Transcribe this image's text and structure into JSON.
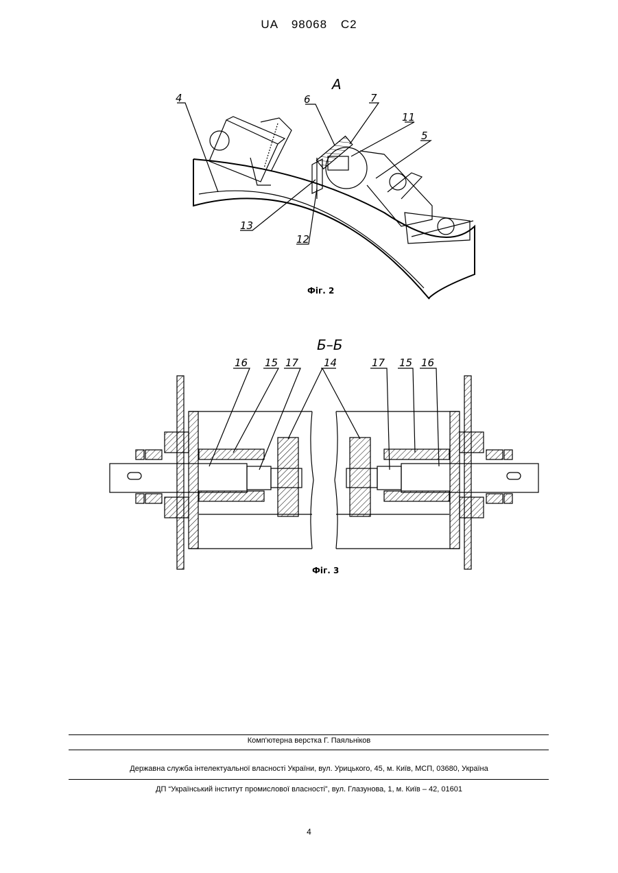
{
  "header": {
    "doc_id": "UA   98068   C2"
  },
  "figure2": {
    "view_label": "А",
    "caption": "Фіг. 2",
    "callouts": [
      "4",
      "6",
      "7",
      "11",
      "5",
      "13",
      "12"
    ]
  },
  "figure3": {
    "view_label": "Б–Б",
    "caption": "Фіг. 3",
    "callouts_left": [
      "16",
      "15",
      "17"
    ],
    "callout_center": "14",
    "callouts_right": [
      "17",
      "15",
      "16"
    ]
  },
  "footer": {
    "typesetting": "Комп'ютерна верстка Г. Паяльніков",
    "office": "Державна служба інтелектуальної власності України, вул. Урицького, 45, м. Київ, МСП, 03680, Україна",
    "institute": "ДП “Український інститут промислової власності”, вул. Глазунова, 1, м. Київ – 42, 01601"
  },
  "page_number": "4"
}
